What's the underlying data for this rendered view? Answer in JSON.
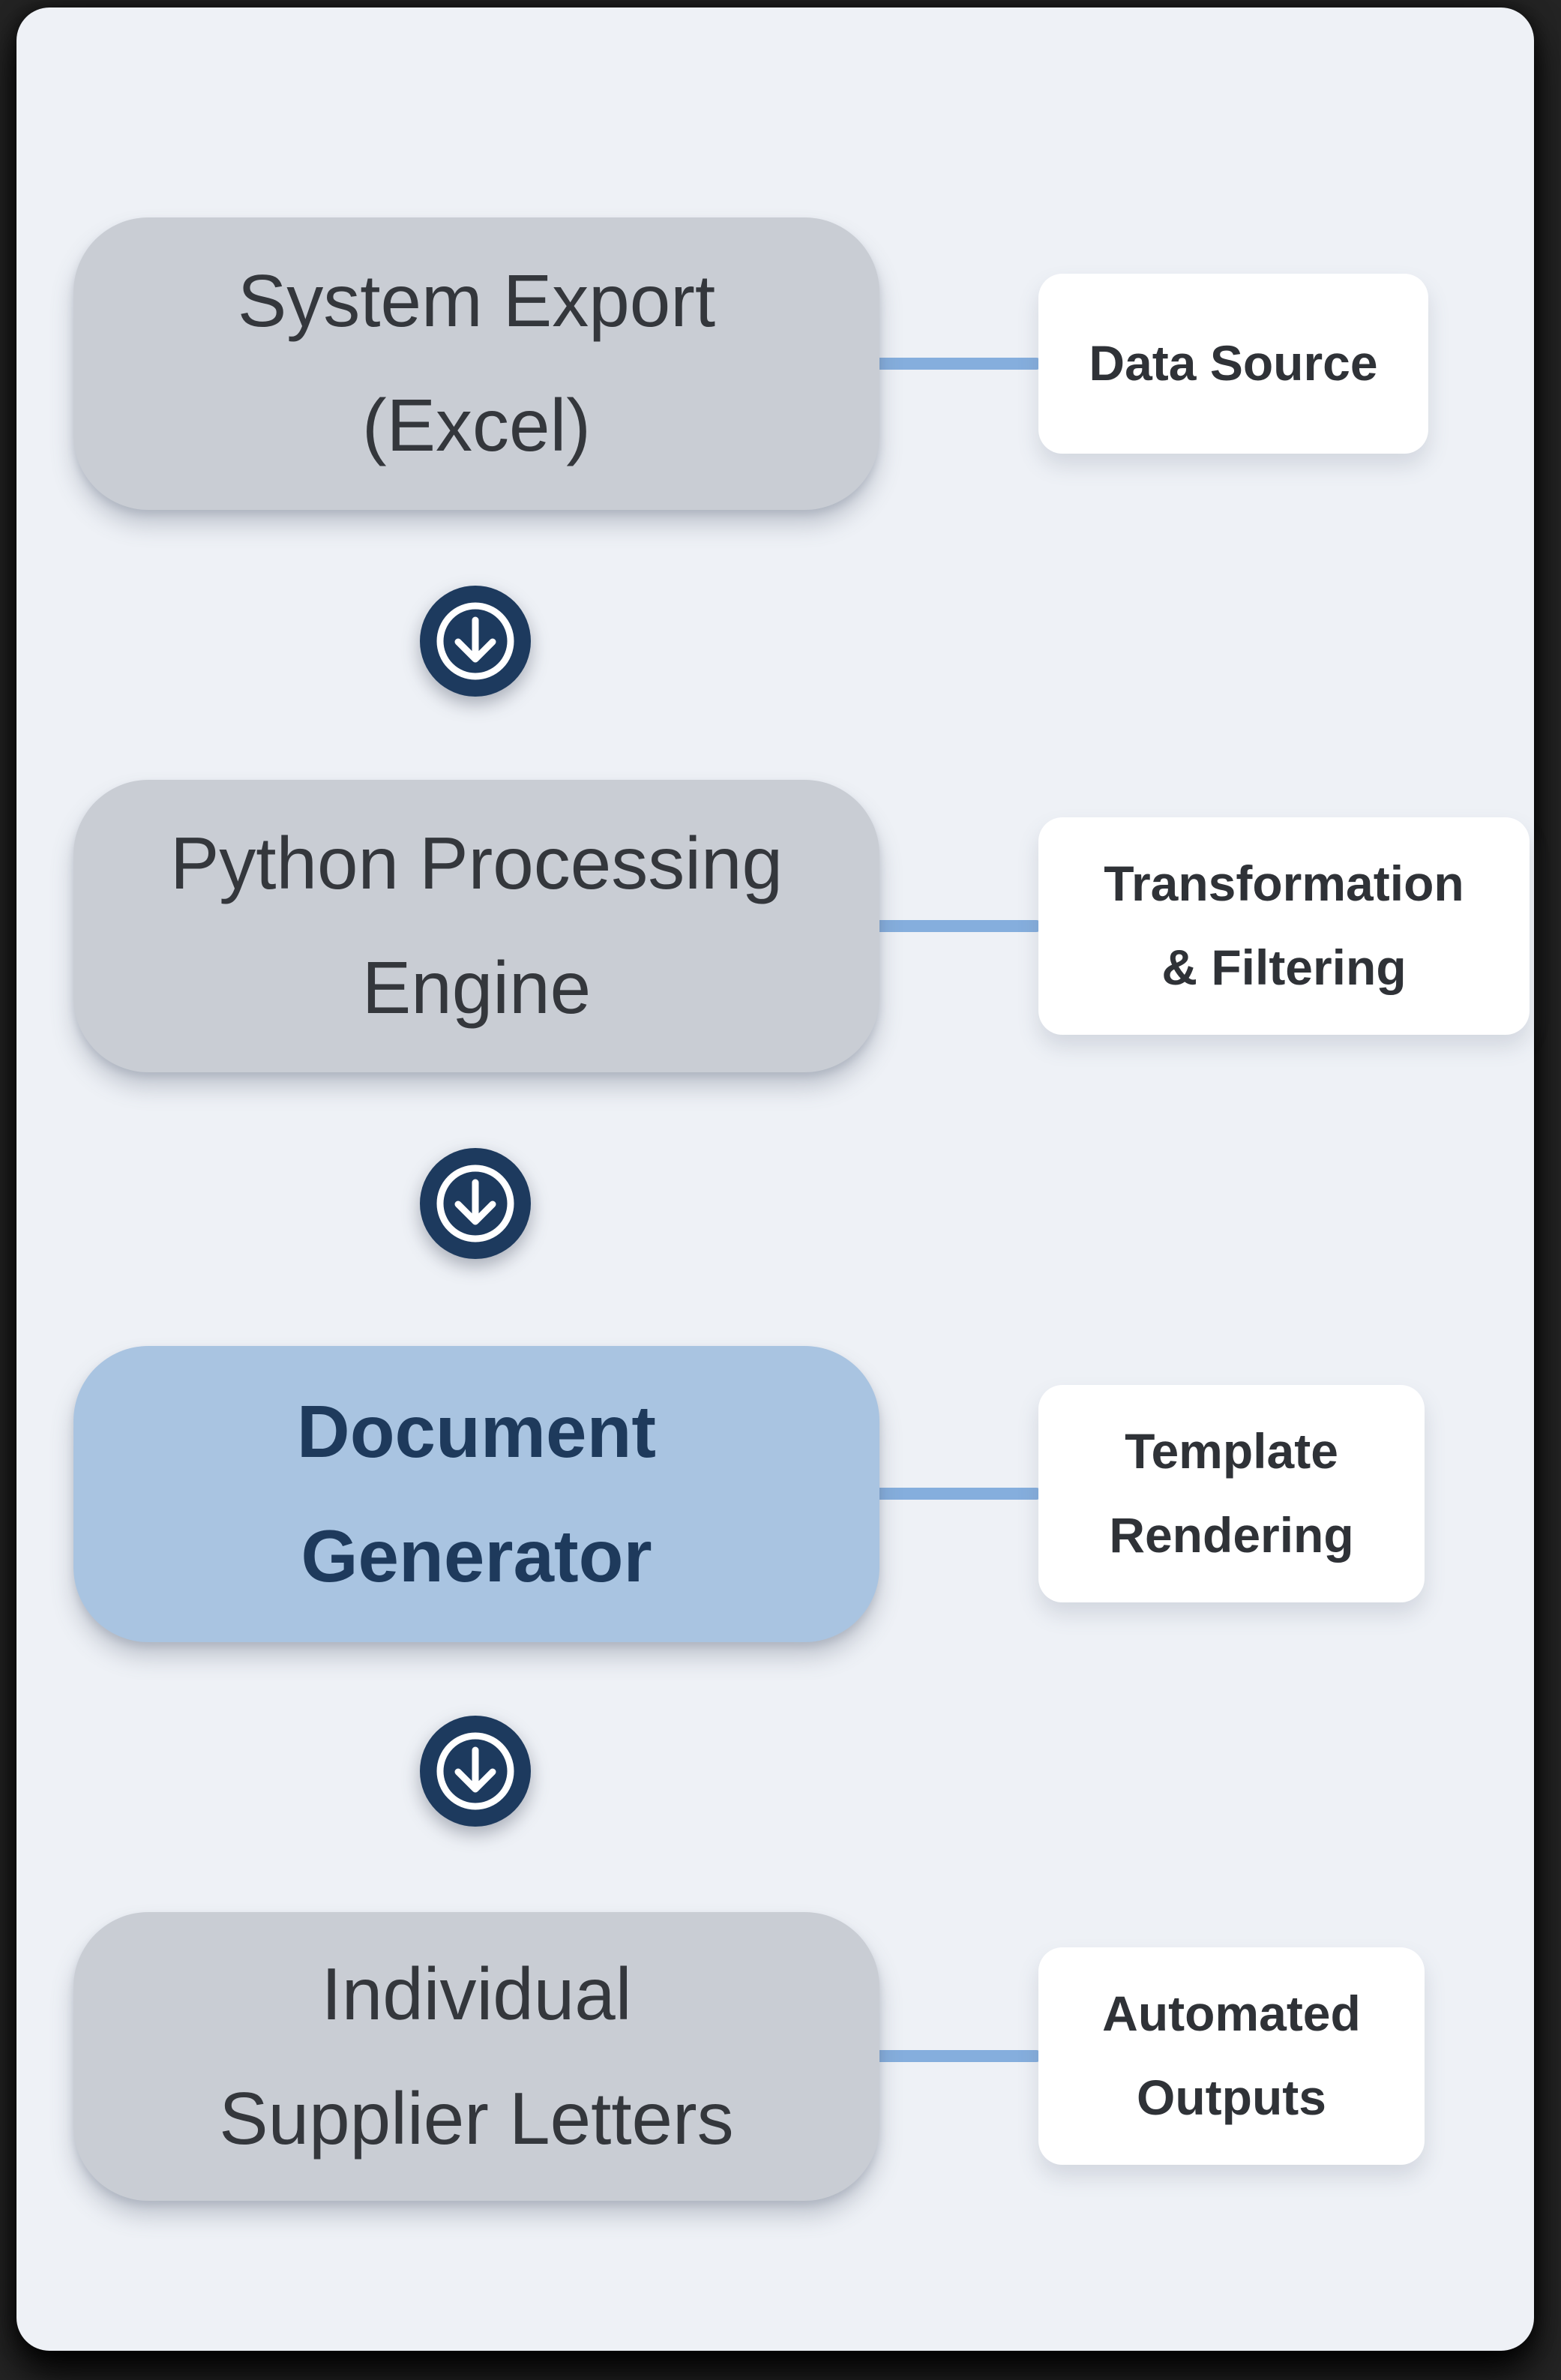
{
  "diagram": {
    "title": "supplier-letter-automation-flow",
    "nodes": [
      {
        "line1": "System Export",
        "line2": "(Excel)"
      },
      {
        "line1": "Python Processing",
        "line2": "Engine"
      },
      {
        "line1": "Document",
        "line2": "Generator"
      },
      {
        "line1": "Individual",
        "line2": "Supplier Letters"
      }
    ],
    "labels": [
      {
        "line1": "Data Source",
        "line2": ""
      },
      {
        "line1": "Transformation",
        "line2": "& Filtering"
      },
      {
        "line1": "Template",
        "line2": "Rendering"
      },
      {
        "line1": "Automated",
        "line2": "Outputs"
      }
    ],
    "highlighted_node_index": 2,
    "arrow_icon": "arrow-down-circle"
  },
  "colors": {
    "frame_bg": "#242424",
    "panel_bg": "#eef1f6",
    "node_fill": "#c9cdd4",
    "node_text": "#34373c",
    "highlight_fill": "#a9c4e1",
    "highlight_text": "#1e3a5c",
    "label_bg": "#ffffff",
    "label_text": "#2f3237",
    "connector": "#85aedd",
    "icon_bg": "#1d3a5e",
    "icon_glyph": "#ffffff"
  }
}
